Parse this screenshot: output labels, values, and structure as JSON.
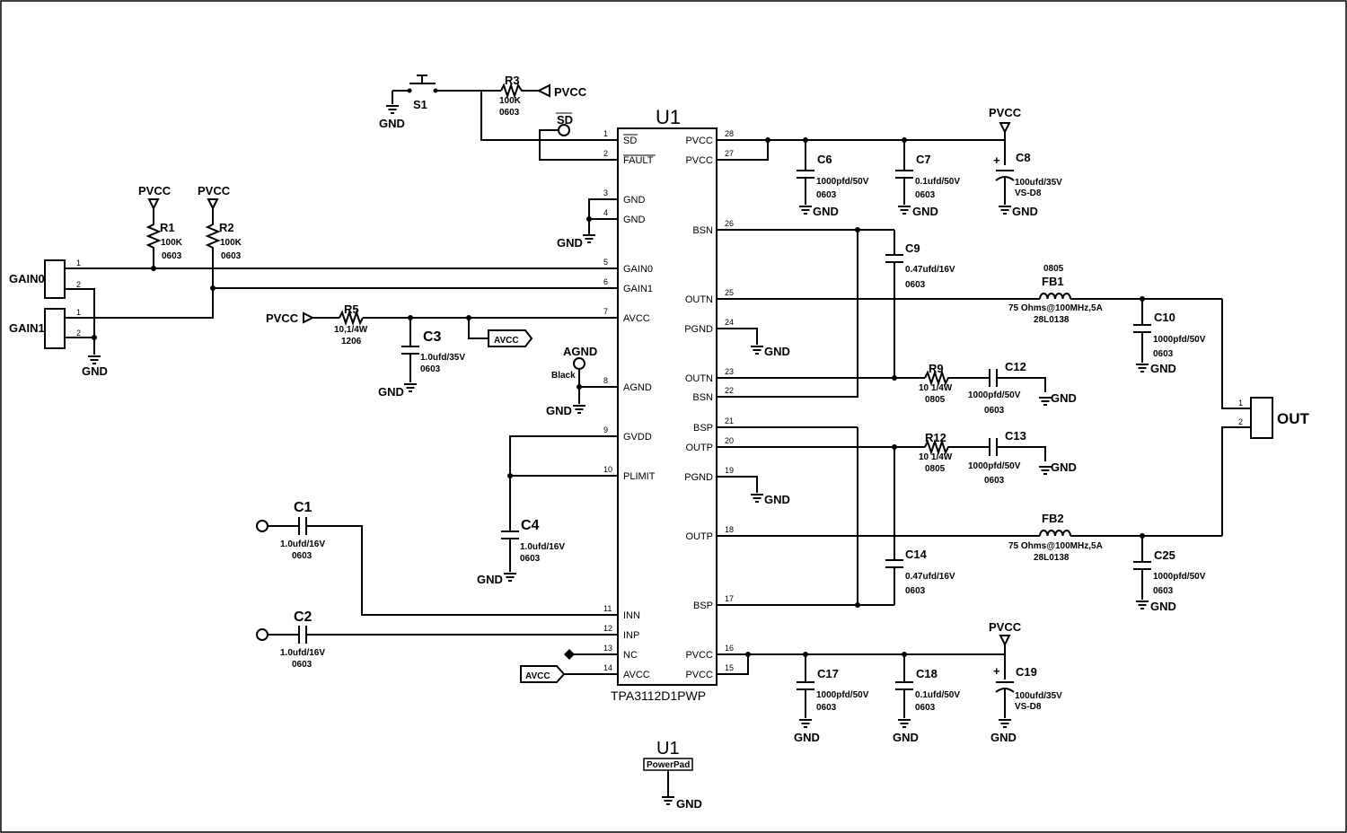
{
  "chip": {
    "ref": "U1",
    "part": "TPA3112D1PWP",
    "left_pins": [
      {
        "num": "1",
        "name": "SD"
      },
      {
        "num": "2",
        "name": "FAULT"
      },
      {
        "num": "3",
        "name": "GND"
      },
      {
        "num": "4",
        "name": "GND"
      },
      {
        "num": "5",
        "name": "GAIN0"
      },
      {
        "num": "6",
        "name": "GAIN1"
      },
      {
        "num": "7",
        "name": "AVCC"
      },
      {
        "num": "8",
        "name": "AGND"
      },
      {
        "num": "9",
        "name": "GVDD"
      },
      {
        "num": "10",
        "name": "PLIMIT"
      },
      {
        "num": "11",
        "name": "INN"
      },
      {
        "num": "12",
        "name": "INP"
      },
      {
        "num": "13",
        "name": "NC"
      },
      {
        "num": "14",
        "name": "AVCC"
      }
    ],
    "right_pins": [
      {
        "num": "28",
        "name": "PVCC"
      },
      {
        "num": "27",
        "name": "PVCC"
      },
      {
        "num": "26",
        "name": "BSN"
      },
      {
        "num": "25",
        "name": "OUTN"
      },
      {
        "num": "24",
        "name": "PGND"
      },
      {
        "num": "23",
        "name": "OUTN"
      },
      {
        "num": "22",
        "name": "BSN"
      },
      {
        "num": "21",
        "name": "BSP"
      },
      {
        "num": "20",
        "name": "OUTP"
      },
      {
        "num": "19",
        "name": "PGND"
      },
      {
        "num": "18",
        "name": "OUTP"
      },
      {
        "num": "17",
        "name": "BSP"
      },
      {
        "num": "16",
        "name": "PVCC"
      },
      {
        "num": "15",
        "name": "PVCC"
      }
    ]
  },
  "powerpad": {
    "ref": "U1",
    "label": "PowerPad",
    "gnd": "GND"
  },
  "nets": {
    "pvcc": "PVCC",
    "gnd": "GND",
    "avcc": "AVCC",
    "agnd": "AGND",
    "sd": "SD",
    "black": "Black"
  },
  "connectors": {
    "gain0": {
      "label": "GAIN0",
      "pins": [
        "1",
        "2"
      ]
    },
    "gain1": {
      "label": "GAIN1",
      "pins": [
        "1",
        "2"
      ]
    },
    "out": {
      "label": "OUT",
      "pins": [
        "1",
        "2"
      ]
    }
  },
  "components": {
    "s1": {
      "ref": "S1"
    },
    "r1": {
      "ref": "R1",
      "value": "100K",
      "pkg": "0603"
    },
    "r2": {
      "ref": "R2",
      "value": "100K",
      "pkg": "0603"
    },
    "r3": {
      "ref": "R3",
      "value": "100K",
      "pkg": "0603"
    },
    "r5": {
      "ref": "R5",
      "value": "10,1/4W",
      "pkg": "1206"
    },
    "r9": {
      "ref": "R9",
      "value": "10 1/4W",
      "pkg": "0805"
    },
    "r12": {
      "ref": "R12",
      "value": "10 1/4W",
      "pkg": "0805"
    },
    "c1": {
      "ref": "C1",
      "value": "1.0ufd/16V",
      "pkg": "0603"
    },
    "c2": {
      "ref": "C2",
      "value": "1.0ufd/16V",
      "pkg": "0603"
    },
    "c3": {
      "ref": "C3",
      "value": "1.0ufd/35V",
      "pkg": "0603"
    },
    "c4": {
      "ref": "C4",
      "value": "1.0ufd/16V",
      "pkg": "0603"
    },
    "c6": {
      "ref": "C6",
      "value": "1000pfd/50V",
      "pkg": "0603"
    },
    "c7": {
      "ref": "C7",
      "value": "0.1ufd/50V",
      "pkg": "0603"
    },
    "c8": {
      "ref": "C8",
      "value": "100ufd/35V",
      "pkg": "VS-D8"
    },
    "c9": {
      "ref": "C9",
      "value": "0.47ufd/16V",
      "pkg": "0603"
    },
    "c10": {
      "ref": "C10",
      "value": "1000pfd/50V",
      "pkg": "0603"
    },
    "c12": {
      "ref": "C12",
      "value": "1000pfd/50V",
      "pkg": "0603"
    },
    "c13": {
      "ref": "C13",
      "value": "1000pfd/50V",
      "pkg": "0603"
    },
    "c14": {
      "ref": "C14",
      "value": "0.47ufd/16V",
      "pkg": "0603"
    },
    "c17": {
      "ref": "C17",
      "value": "1000pfd/50V",
      "pkg": "0603"
    },
    "c18": {
      "ref": "C18",
      "value": "0.1ufd/50V",
      "pkg": "0603"
    },
    "c19": {
      "ref": "C19",
      "value": "100ufd/35V",
      "pkg": "VS-D8"
    },
    "c25": {
      "ref": "C25",
      "value": "1000pfd/50V",
      "pkg": "0603"
    },
    "fb1": {
      "ref": "FB1",
      "value": "75 Ohms@100MHz,5A",
      "pn": "28L0138",
      "pkg": "0805"
    },
    "fb2": {
      "ref": "FB2",
      "value": "75 Ohms@100MHz,5A",
      "pn": "28L0138"
    }
  }
}
